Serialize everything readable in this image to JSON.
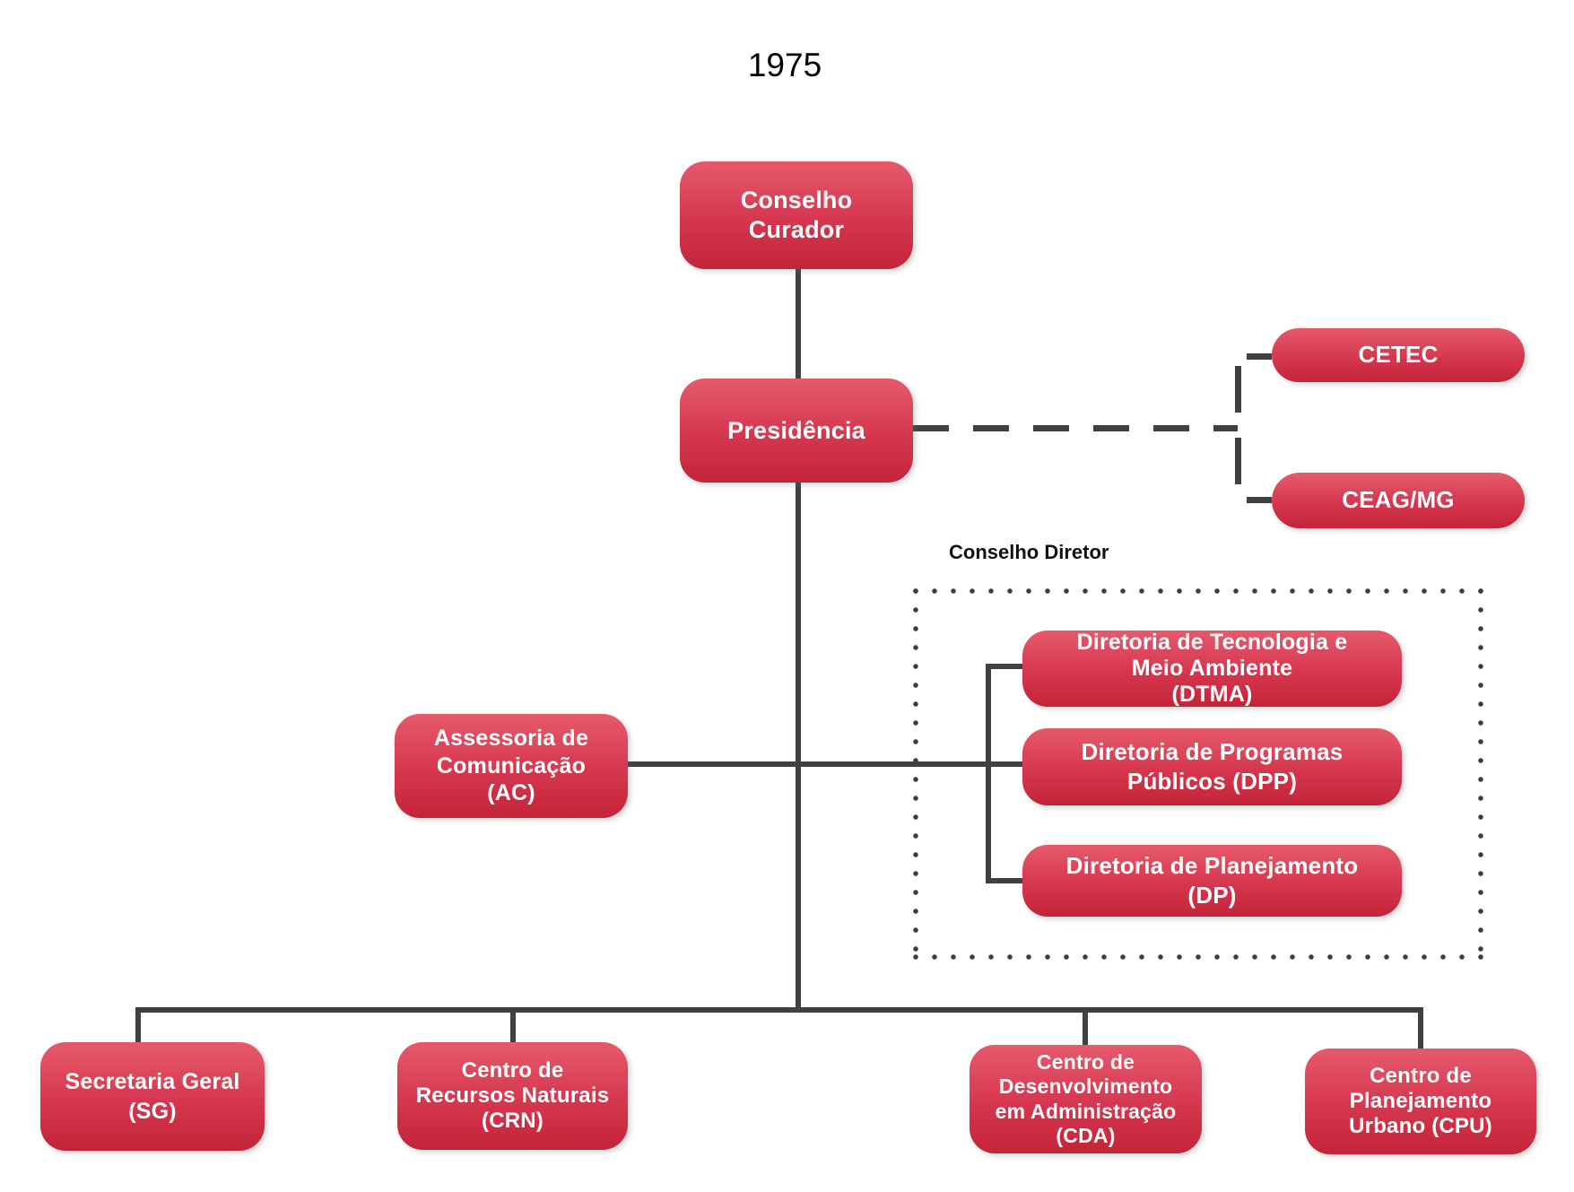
{
  "title": "1975",
  "group": {
    "label": "Conselho Diretor"
  },
  "nodes": {
    "conselho_curador": {
      "label": "Conselho\nCurador"
    },
    "presidencia": {
      "label": "Presidência"
    },
    "cetec": {
      "label": "CETEC"
    },
    "ceag_mg": {
      "label": "CEAG/MG"
    },
    "dtma": {
      "label": "Diretoria de Tecnologia e\nMeio Ambiente\n(DTMA)"
    },
    "dpp": {
      "label": "Diretoria de Programas\nPúblicos (DPP)"
    },
    "dp": {
      "label": "Diretoria de Planejamento\n(DP)"
    },
    "ac": {
      "label": "Assessoria de\nComunicação\n(AC)"
    },
    "sg": {
      "label": "Secretaria Geral\n(SG)"
    },
    "crn": {
      "label": "Centro de\nRecursos Naturais\n(CRN)"
    },
    "cda": {
      "label": "Centro de\nDesenvolvimento\nem Administração\n(CDA)"
    },
    "cpu": {
      "label": "Centro de\nPlanejamento\nUrbano (CPU)"
    }
  },
  "edges": [
    {
      "from": "conselho_curador",
      "to": "presidencia",
      "style": "solid"
    },
    {
      "from": "presidencia",
      "to": "cetec",
      "style": "dashed"
    },
    {
      "from": "presidencia",
      "to": "ceag_mg",
      "style": "dashed"
    },
    {
      "from": "presidencia",
      "to": "ac",
      "style": "solid"
    },
    {
      "from": "presidencia",
      "to": "dtma",
      "style": "solid"
    },
    {
      "from": "presidencia",
      "to": "dpp",
      "style": "solid"
    },
    {
      "from": "presidencia",
      "to": "dp",
      "style": "solid"
    },
    {
      "from": "presidencia",
      "to": "sg",
      "style": "solid"
    },
    {
      "from": "presidencia",
      "to": "crn",
      "style": "solid"
    },
    {
      "from": "presidencia",
      "to": "cda",
      "style": "solid"
    },
    {
      "from": "presidencia",
      "to": "cpu",
      "style": "solid"
    }
  ],
  "colors": {
    "box_gradient_top": "#e65a6b",
    "box_gradient_bottom": "#c42438",
    "connector": "#404242",
    "box_text": "#ffffff",
    "title_text": "#000000"
  }
}
